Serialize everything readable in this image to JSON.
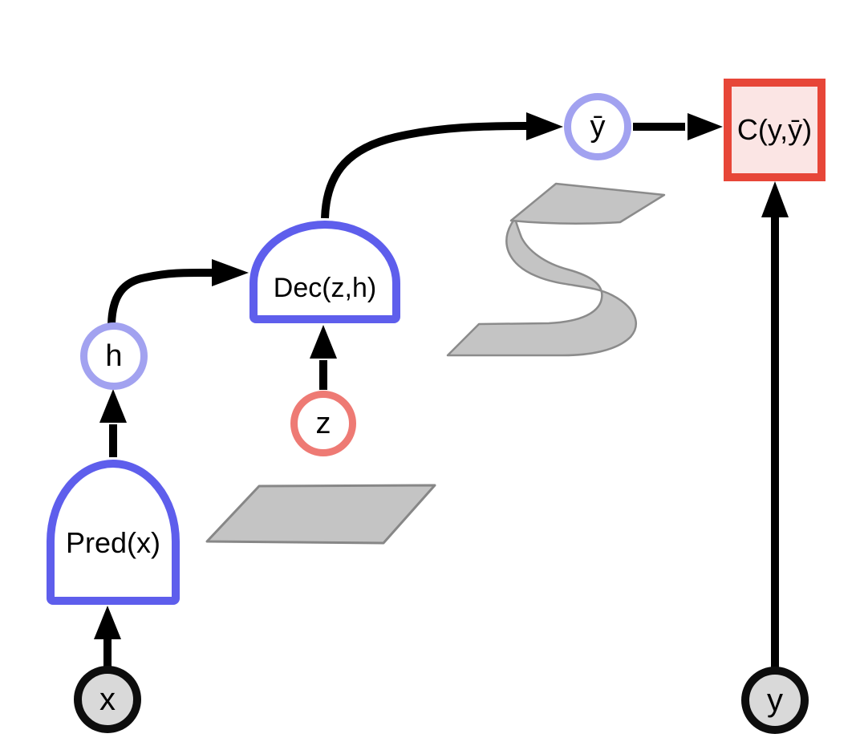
{
  "diagram": {
    "nodes": {
      "x": {
        "label": "x"
      },
      "pred": {
        "label": "Pred(x)"
      },
      "h": {
        "label": "h"
      },
      "dec": {
        "label": "Dec(z,h)"
      },
      "z": {
        "label": "z"
      },
      "ybar": {
        "label": "ȳ"
      },
      "cost": {
        "label": "C(y,ȳ)"
      },
      "y": {
        "label": "y"
      }
    },
    "colors": {
      "module_border": "#5e5eec",
      "latent_circle_border": "#a2a2f0",
      "noise_circle_border": "#ee7a74",
      "observed_circle_border": "#0d0d0d",
      "observed_circle_fill": "#d9d9d9",
      "cost_border": "#e74638",
      "cost_fill": "#fbe5e4",
      "arrow": "#000000",
      "ribbon_fill": "#c4c4c4",
      "ribbon_stroke": "#8b8b8b"
    }
  }
}
